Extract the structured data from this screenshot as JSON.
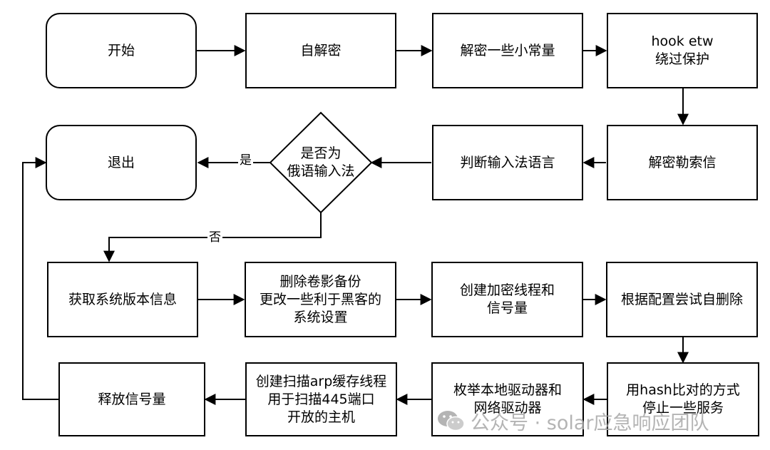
{
  "nodes": {
    "start": {
      "lines": [
        "开始"
      ]
    },
    "self_decrypt": {
      "lines": [
        "自解密"
      ]
    },
    "decrypt_consts": {
      "lines": [
        "解密一些小常量"
      ]
    },
    "hook_etw": {
      "lines": [
        "hook etw",
        "绕过保护"
      ]
    },
    "exit": {
      "lines": [
        "退出"
      ]
    },
    "is_russian": {
      "lines": [
        "是否为",
        "俄语输入法"
      ]
    },
    "check_lang": {
      "lines": [
        "判断输入法语言"
      ]
    },
    "decrypt_note": {
      "lines": [
        "解密勒索信"
      ]
    },
    "get_version": {
      "lines": [
        "获取系统版本信息"
      ]
    },
    "delete_shadow": {
      "lines": [
        "删除卷影备份",
        "更改一些利于黑客的",
        "系统设置"
      ]
    },
    "create_threads": {
      "lines": [
        "创建加密线程和",
        "信号量"
      ]
    },
    "self_delete": {
      "lines": [
        "根据配置尝试自删除"
      ]
    },
    "release_sem": {
      "lines": [
        "释放信号量"
      ]
    },
    "arp_scan": {
      "lines": [
        "创建扫描arp缓存线程",
        "用于扫描445端口",
        "开放的主机"
      ]
    },
    "enum_drives": {
      "lines": [
        "枚举本地驱动器和",
        "网络驱动器"
      ]
    },
    "stop_services": {
      "lines": [
        "用hash比对的方式",
        "停止一些服务"
      ]
    }
  },
  "edge_labels": {
    "yes": "是",
    "no": "否"
  },
  "watermark": {
    "icon": "wechat-icon",
    "text": "公众号 · solar应急响应团队",
    "color": "#a7a7a7"
  }
}
